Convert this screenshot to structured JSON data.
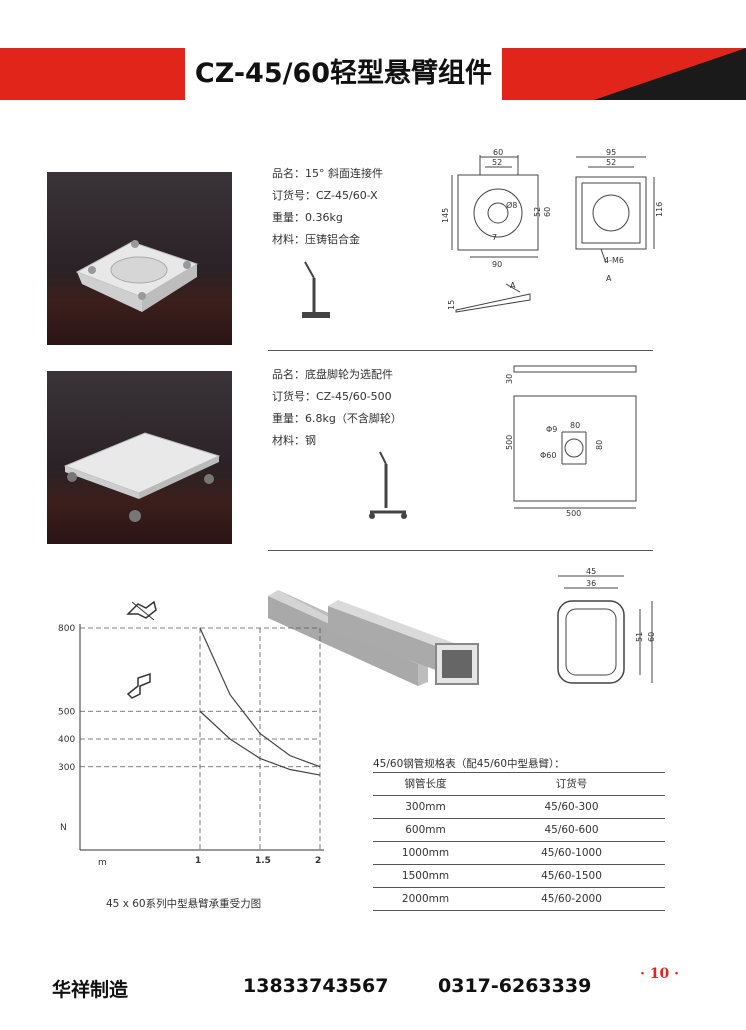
{
  "header": {
    "title": "CZ-45/60轻型悬臂组件"
  },
  "product1": {
    "lines": [
      "品名：15° 斜面连接件",
      "订货号：CZ-45/60-X",
      "重量：0.36kg",
      "材料：压铸铝合金"
    ],
    "dims": {
      "d60": "60",
      "d52a": "52",
      "d145": "145",
      "dphi": "Ø8",
      "d52b": "52",
      "d60b": "60",
      "d90": "90",
      "d7": "7",
      "d95": "95",
      "d52c": "52",
      "d116": "116",
      "d4m6": "4-M6",
      "secA": "A",
      "d15": "15",
      "arrowA": "A"
    }
  },
  "product2": {
    "lines": [
      "品名：底盘脚轮为选配件",
      "订货号：CZ-45/60-500",
      "重量：6.8kg（不含脚轮）",
      "材料：钢"
    ],
    "dims": {
      "d30": "30",
      "d500v": "500",
      "d500h": "500",
      "dphi9": "Φ9",
      "dphi60": "Φ60",
      "d80a": "80",
      "d80b": "80"
    }
  },
  "tube": {
    "dims": {
      "d45": "45",
      "d36": "36",
      "d51": "51",
      "d60": "60"
    }
  },
  "chart_data": {
    "type": "line",
    "title": "45 x 60系列中型悬臂承重受力图",
    "xlabel": "m",
    "ylabel": "N",
    "x_ticks": [
      "1",
      "1.5",
      "2"
    ],
    "y_ticks": [
      "800",
      "500",
      "400",
      "300"
    ],
    "series": [
      {
        "x": [
          1.0,
          1.25,
          1.5,
          1.75,
          2.0
        ],
        "y": [
          800,
          560,
          420,
          340,
          300
        ]
      },
      {
        "x": [
          1.0,
          1.25,
          1.5,
          1.75,
          2.0
        ],
        "y": [
          500,
          400,
          330,
          290,
          270
        ]
      }
    ]
  },
  "table": {
    "caption": "45/60钢管规格表（配45/60中型悬臂）：",
    "headers": [
      "钢管长度",
      "订货号"
    ],
    "rows": [
      [
        "300mm",
        "45/60-300"
      ],
      [
        "600mm",
        "45/60-600"
      ],
      [
        "1000mm",
        "45/60-1000"
      ],
      [
        "1500mm",
        "45/60-1500"
      ],
      [
        "2000mm",
        "45/60-2000"
      ]
    ]
  },
  "footer": {
    "company": "华祥制造",
    "phone1": "13833743567",
    "phone2": "0317-6263339",
    "page": "· 10 ·"
  },
  "colors": {
    "accent": "#e1251b"
  }
}
